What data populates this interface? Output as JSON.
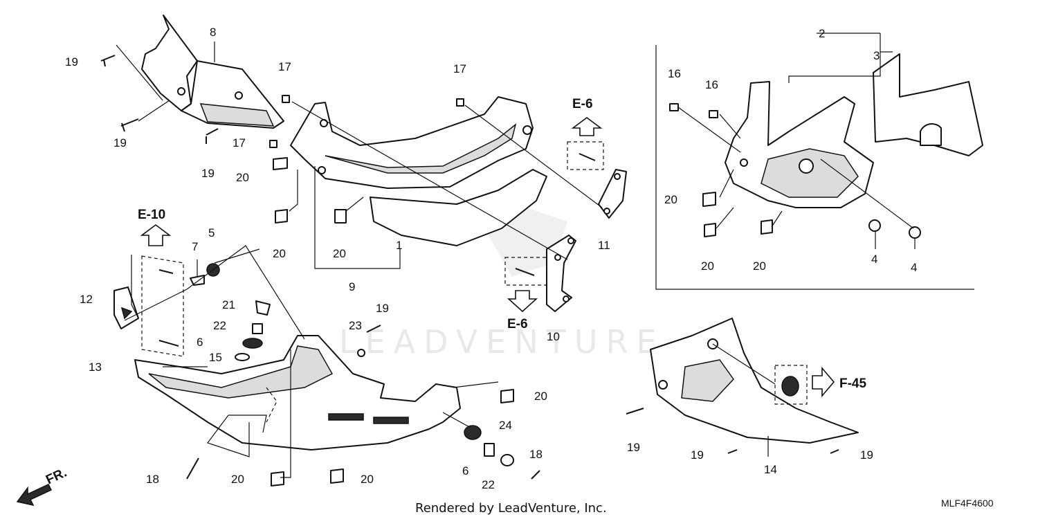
{
  "diagram": {
    "callouts": {
      "c1": "1",
      "c2": "2",
      "c3": "3",
      "c4a": "4",
      "c4b": "4",
      "c5": "5",
      "c6a": "6",
      "c6b": "6",
      "c7": "7",
      "c8": "8",
      "c9": "9",
      "c10": "10",
      "c11": "11",
      "c12": "12",
      "c13": "13",
      "c14": "14",
      "c15": "15",
      "c16a": "16",
      "c16b": "16",
      "c17a": "17",
      "c17b": "17",
      "c17c": "17",
      "c18a": "18",
      "c18b": "18",
      "c19a": "19",
      "c19b": "19",
      "c19c": "19",
      "c19d": "19",
      "c19e": "19",
      "c19f": "19",
      "c19g": "19",
      "c20a": "20",
      "c20b": "20",
      "c20c": "20",
      "c20d": "20",
      "c20e": "20",
      "c20f": "20",
      "c20g": "20",
      "c20h": "20",
      "c20i": "20",
      "c21": "21",
      "c22a": "22",
      "c22b": "22",
      "c23": "23",
      "c24": "24"
    },
    "references": {
      "e6_top": "E-6",
      "e6_bottom": "E-6",
      "e10": "E-10",
      "f45": "F-45"
    },
    "watermark": "LEADVENTURE",
    "footer": "Rendered by LeadVenture, Inc.",
    "diagram_code": "MLF4F4600"
  }
}
